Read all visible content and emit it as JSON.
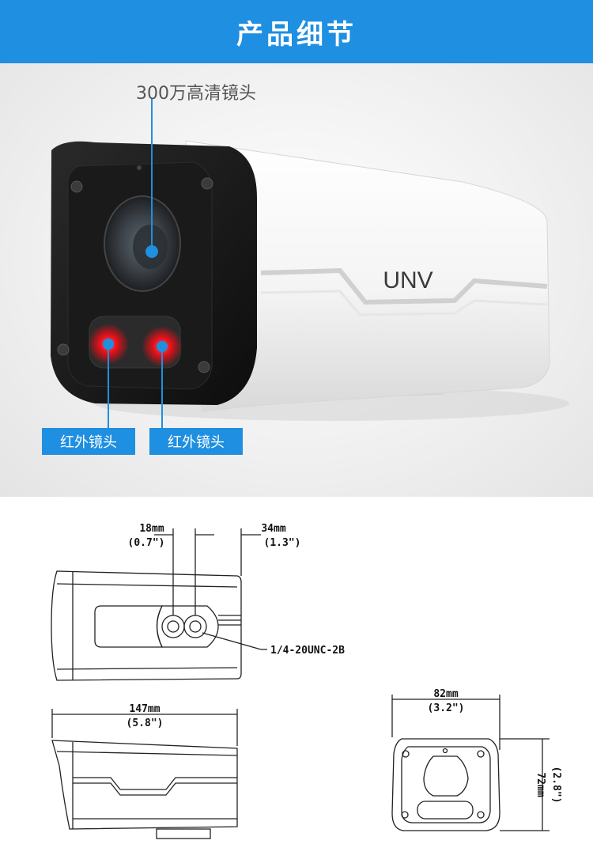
{
  "header": {
    "title": "产品细节"
  },
  "callouts": {
    "lens": "300万高清镜头",
    "ir_left": "红外镜头",
    "ir_right": "红外镜头"
  },
  "logo": {
    "text": "UNV"
  },
  "dimensions": {
    "top_view": {
      "d1_mm": "18mm",
      "d1_in": "(0.7\")",
      "d2_mm": "34mm",
      "d2_in": "(1.3\")",
      "thread": "1/4-20UNC-2B"
    },
    "side_view": {
      "length_mm": "147mm",
      "length_in": "(5.8\")"
    },
    "front_view": {
      "width_mm": "82mm",
      "width_in": "(3.2\")",
      "height_mm": "72mm",
      "height_in": "(2.8\")"
    }
  },
  "colors": {
    "accent": "#1e8fe1",
    "ir_led": "#e0101a"
  }
}
